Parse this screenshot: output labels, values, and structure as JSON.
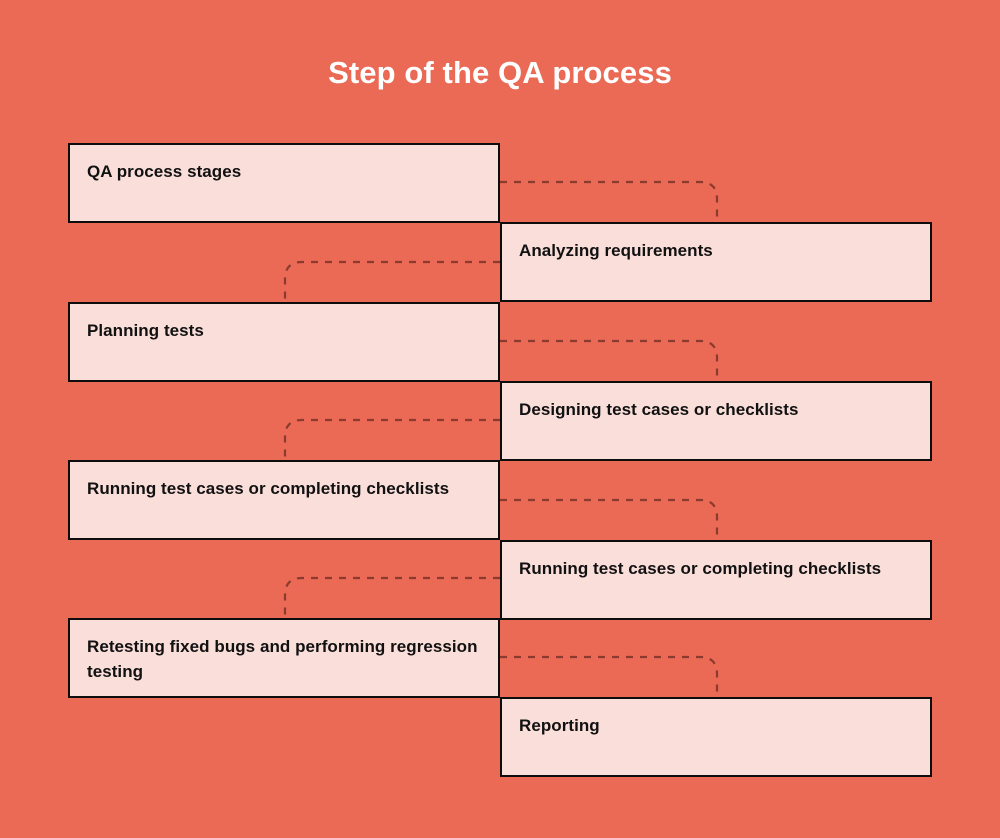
{
  "title": "Step of the QA process",
  "theme": {
    "background": "#ea6a55",
    "box_fill": "#fadeda",
    "box_border": "#0d0d0d",
    "title_color": "#ffffff",
    "text_color": "#111111",
    "connector_color": "#8a3a2e"
  },
  "diagram": {
    "type": "alternating-step-flow",
    "step_count": 8,
    "steps": [
      {
        "index": 1,
        "label": "QA process stages",
        "side": "left"
      },
      {
        "index": 2,
        "label": "Analyzing requirements",
        "side": "right"
      },
      {
        "index": 3,
        "label": "Planning tests",
        "side": "left"
      },
      {
        "index": 4,
        "label": "Designing test cases or checklists",
        "side": "right"
      },
      {
        "index": 5,
        "label": "Running test cases or completing checklists",
        "side": "left"
      },
      {
        "index": 6,
        "label": "Running test cases or completing checklists",
        "side": "right"
      },
      {
        "index": 7,
        "label": "Retesting fixed bugs and performing regression testing",
        "side": "left"
      },
      {
        "index": 8,
        "label": "Reporting",
        "side": "right"
      }
    ]
  }
}
